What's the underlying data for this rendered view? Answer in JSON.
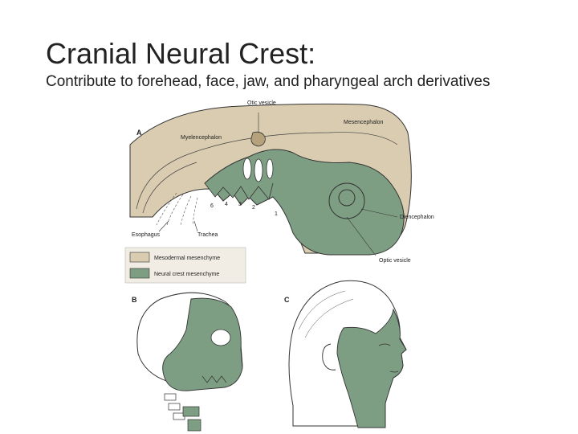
{
  "title": "Cranial Neural Crest:",
  "subtitle": "Contribute to forehead, face, jaw, and pharyngeal arch derivatives",
  "figure": {
    "panel_a": "A",
    "panel_b": "B",
    "panel_c": "C",
    "labels": {
      "otic_vesicle": "Otic vesicle",
      "mesencephalon": "Mesencephalon",
      "myelencephalon": "Myelencephalon",
      "diencephalon": "Diencephalon",
      "optic_vesicle": "Optic vesicle",
      "esophagus": "Esophagus",
      "trachea": "Trachea"
    },
    "arch_numbers": [
      "6",
      "4",
      "3",
      "2",
      "1"
    ],
    "legend": [
      {
        "label": "Mesodermal mesenchyme",
        "color": "#d9ccb0"
      },
      {
        "label": "Neural crest mesenchyme",
        "color": "#7d9e82"
      }
    ]
  }
}
